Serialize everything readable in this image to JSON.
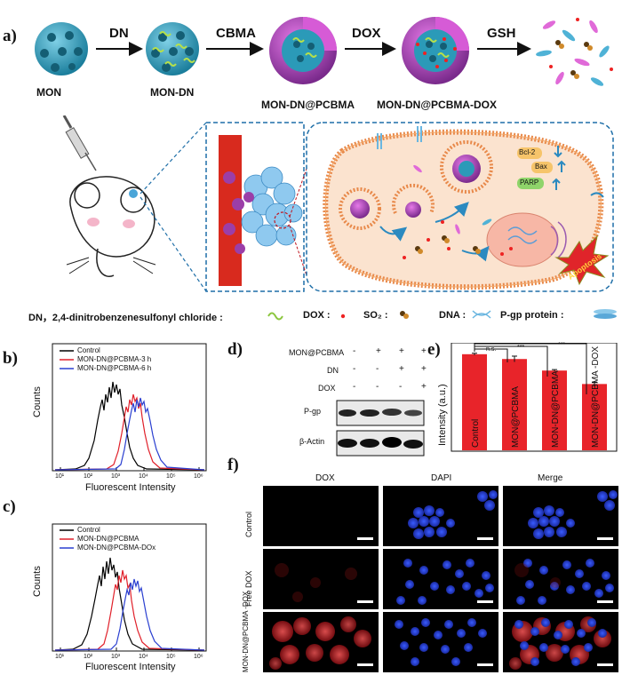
{
  "panel_labels": {
    "a": "a)",
    "b": "b)",
    "c": "c)",
    "d": "d)",
    "e": "e)",
    "f": "f)"
  },
  "scheme": {
    "step_labels": [
      "DN",
      "CBMA",
      "DOX",
      "GSH"
    ],
    "stage_labels": [
      "MON",
      "MON-DN",
      "MON-DN@PCBMA",
      "MON-DN@PCBMA-DOX"
    ],
    "cell_labels": {
      "bcl2": "Bcl-2",
      "bax": "Bax",
      "parp": "PARP",
      "apoptosis": "Apoptosis"
    }
  },
  "legend_bar": {
    "dn": "DN，2,4-dinitrobenzenesulfonyl chloride :",
    "dox": "DOX :",
    "so2": "SO₂ :",
    "dna": "DNA :",
    "pgp": "P-gp protein :"
  },
  "panel_b": {
    "xlabel": "Fluorescent Intensity",
    "ylabel": "Counts",
    "xticks": [
      "10¹",
      "10²",
      "10³",
      "10⁴",
      "10⁵",
      "10⁶"
    ],
    "legend": [
      "Control",
      "MON-DN@PCBMA-3 h",
      "MON-DN@PCBMA-6 h"
    ],
    "colors": [
      "#000000",
      "#e0202a",
      "#2a3fd0"
    ]
  },
  "panel_c": {
    "xlabel": "Fluorescent Intensity",
    "ylabel": "Counts",
    "xticks": [
      "10¹",
      "10²",
      "10³",
      "10⁴",
      "10⁵",
      "10⁶"
    ],
    "legend": [
      "Control",
      "MON-DN@PCBMA",
      "MON-DN@PCBMA-DOx"
    ],
    "colors": [
      "#000000",
      "#e0202a",
      "#2a3fd0"
    ]
  },
  "panel_d": {
    "rows": [
      {
        "label": "MON@PCBMA",
        "marks": [
          "-",
          "+",
          "+",
          "+"
        ]
      },
      {
        "label": "DN",
        "marks": [
          "-",
          "-",
          "+",
          "+"
        ]
      },
      {
        "label": "DOX",
        "marks": [
          "-",
          "-",
          "-",
          "+"
        ]
      }
    ],
    "bands": [
      "P-gp",
      "β-Actin"
    ]
  },
  "panel_e": {
    "ylabel": "Intensity (a.u.)",
    "significance": [
      "n.s.",
      "***",
      "***"
    ]
  },
  "panel_f": {
    "columns": [
      "DOX",
      "DAPI",
      "Merge"
    ],
    "rows": [
      "Control",
      "Free DOX",
      "MON-DN@PCBMA -DOX"
    ]
  },
  "chart_data": [
    {
      "type": "bar",
      "panel": "e",
      "categories": [
        "Control",
        "MON@PCBMA",
        "MON-DN@PCBMA",
        "MON-DN@PCBMA -DOX"
      ],
      "values": [
        1.0,
        0.95,
        0.83,
        0.69
      ],
      "errors": [
        0.01,
        0.03,
        0.01,
        0.02
      ],
      "ylim": [
        0,
        1.1
      ],
      "ylabel": "Intensity (a.u.)",
      "color": "#e8242a"
    }
  ]
}
